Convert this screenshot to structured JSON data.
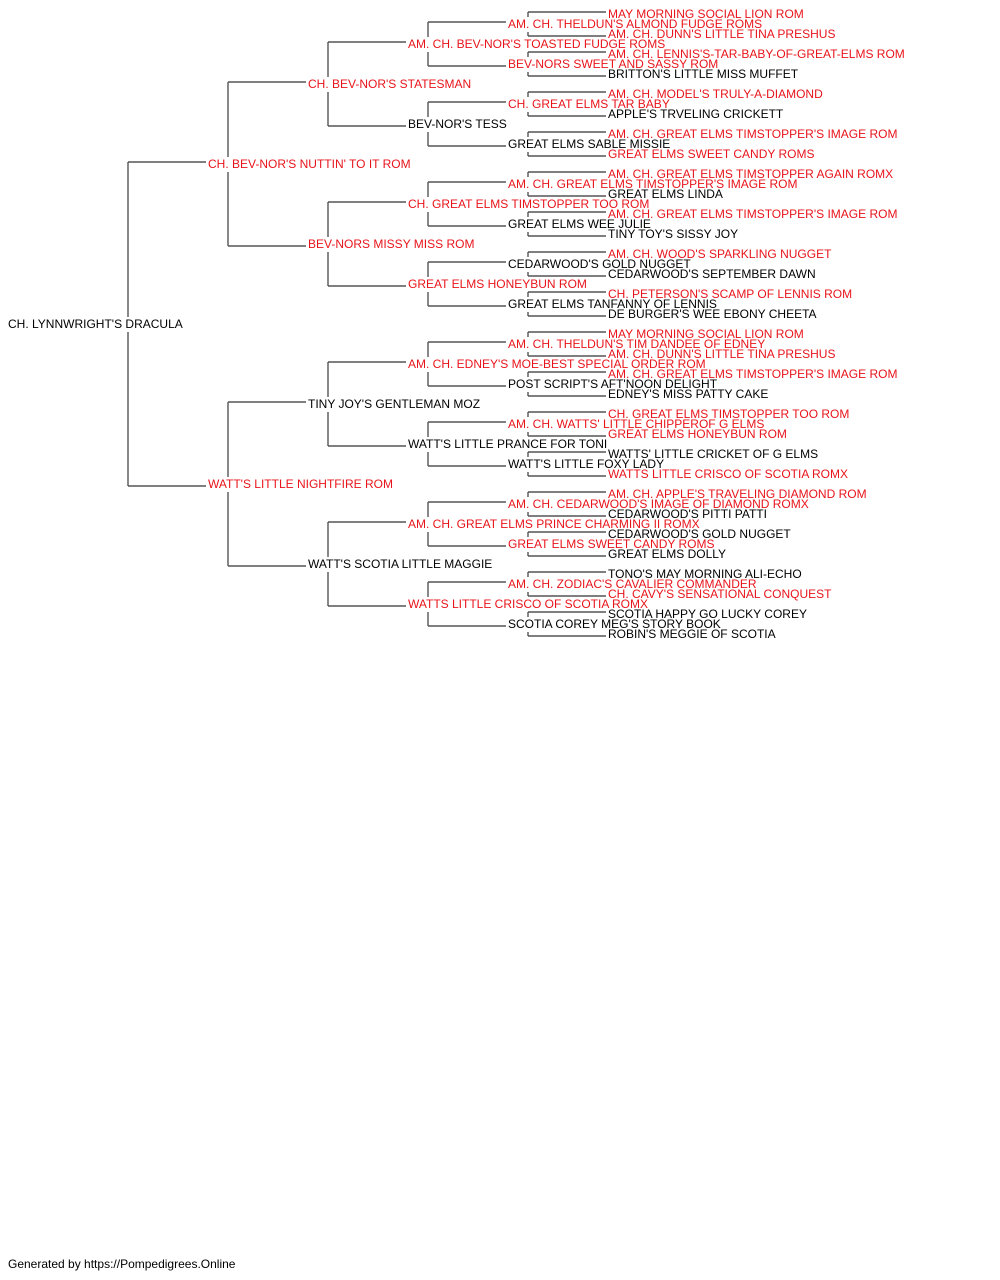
{
  "colors": {
    "rom": "#e8141b",
    "plain": "#000000",
    "line": "#555555"
  },
  "pedigree": {
    "name": "CH. LYNNWRIGHT'S DRACULA",
    "red": false,
    "sire": {
      "name": "CH. BEV-NOR'S NUTTIN' TO IT ROM",
      "red": true,
      "sire": {
        "name": "CH. BEV-NOR'S STATESMAN",
        "red": true,
        "sire": {
          "name": "AM. CH. BEV-NOR'S TOASTED FUDGE ROMS",
          "red": true,
          "sire": {
            "name": "AM. CH. THELDUN'S ALMOND FUDGE ROMS",
            "red": true,
            "sire": {
              "name": "MAY MORNING SOCIAL LION ROM",
              "red": true
            },
            "dam": {
              "name": "AM. CH. DUNN'S LITTLE TINA PRESHUS",
              "red": true
            }
          },
          "dam": {
            "name": "BEV-NORS SWEET AND SASSY ROM",
            "red": true,
            "sire": {
              "name": "AM. CH. LENNIS'S-TAR-BABY-OF-GREAT-ELMS ROM",
              "red": true
            },
            "dam": {
              "name": "BRITTON'S LITTLE MISS MUFFET",
              "red": false
            }
          }
        },
        "dam": {
          "name": "BEV-NOR'S TESS",
          "red": false,
          "sire": {
            "name": "CH. GREAT ELMS TAR BABY",
            "red": true,
            "sire": {
              "name": "AM. CH. MODEL'S TRULY-A-DIAMOND",
              "red": true
            },
            "dam": {
              "name": "APPLE'S TRVELING CRICKETT",
              "red": false
            }
          },
          "dam": {
            "name": "GREAT ELMS SABLE MISSIE",
            "red": false,
            "sire": {
              "name": "AM. CH. GREAT ELMS TIMSTOPPER'S IMAGE ROM",
              "red": true
            },
            "dam": {
              "name": "GREAT ELMS SWEET CANDY ROMS",
              "red": true
            }
          }
        }
      },
      "dam": {
        "name": "BEV-NORS MISSY MISS ROM",
        "red": true,
        "sire": {
          "name": "CH. GREAT ELMS TIMSTOPPER TOO ROM",
          "red": true,
          "sire": {
            "name": "AM. CH. GREAT ELMS TIMSTOPPER'S IMAGE ROM",
            "red": true,
            "sire": {
              "name": "AM. CH. GREAT ELMS TIMSTOPPER AGAIN ROMX",
              "red": true
            },
            "dam": {
              "name": "GREAT ELMS LINDA",
              "red": false
            }
          },
          "dam": {
            "name": "GREAT ELMS WEE JULIE",
            "red": false,
            "sire": {
              "name": "AM. CH. GREAT ELMS TIMSTOPPER'S IMAGE ROM",
              "red": true
            },
            "dam": {
              "name": "TINY TOY'S SISSY JOY",
              "red": false
            }
          }
        },
        "dam": {
          "name": "GREAT ELMS HONEYBUN ROM",
          "red": true,
          "sire": {
            "name": "CEDARWOOD'S GOLD NUGGET",
            "red": false,
            "sire": {
              "name": "AM. CH. WOOD'S SPARKLING NUGGET",
              "red": true
            },
            "dam": {
              "name": "CEDARWOOD'S SEPTEMBER DAWN",
              "red": false
            }
          },
          "dam": {
            "name": "GREAT ELMS TANFANNY OF LENNIS",
            "red": false,
            "sire": {
              "name": "CH. PETERSON'S SCAMP OF LENNIS ROM",
              "red": true
            },
            "dam": {
              "name": "DE BURGER'S WEE EBONY CHEETA",
              "red": false
            }
          }
        }
      }
    },
    "dam": {
      "name": "WATT'S LITTLE NIGHTFIRE ROM",
      "red": true,
      "sire": {
        "name": "TINY JOY'S GENTLEMAN MOZ",
        "red": false,
        "sire": {
          "name": "AM. CH. EDNEY'S MOE-BEST SPECIAL ORDER ROM",
          "red": true,
          "sire": {
            "name": "AM. CH. THELDUN'S TIM DANDEE OF EDNEY",
            "red": true,
            "sire": {
              "name": "MAY MORNING SOCIAL LION ROM",
              "red": true
            },
            "dam": {
              "name": "AM. CH. DUNN'S LITTLE TINA PRESHUS",
              "red": true
            }
          },
          "dam": {
            "name": "POST SCRIPT'S AFT'NOON DELIGHT",
            "red": false,
            "sire": {
              "name": "AM. CH. GREAT ELMS TIMSTOPPER'S IMAGE ROM",
              "red": true
            },
            "dam": {
              "name": "EDNEY'S MISS PATTY CAKE",
              "red": false
            }
          }
        },
        "dam": {
          "name": "WATT'S LITTLE PRANCE FOR TONI",
          "red": false,
          "sire": {
            "name": "AM. CH. WATTS' LITTLE CHIPPEROF G ELMS",
            "red": true,
            "sire": {
              "name": "CH. GREAT ELMS TIMSTOPPER TOO ROM",
              "red": true
            },
            "dam": {
              "name": "GREAT ELMS HONEYBUN ROM",
              "red": true
            }
          },
          "dam": {
            "name": "WATT'S LITTLE FOXY LADY",
            "red": false,
            "sire": {
              "name": "WATTS' LITTLE CRICKET OF G ELMS",
              "red": false
            },
            "dam": {
              "name": "WATTS LITTLE CRISCO OF SCOTIA ROMX",
              "red": true
            }
          }
        }
      },
      "dam": {
        "name": "WATT'S SCOTIA LITTLE MAGGIE",
        "red": false,
        "sire": {
          "name": "AM. CH. GREAT ELMS PRINCE CHARMING II ROMX",
          "red": true,
          "sire": {
            "name": "AM. CH. CEDARWOOD'S IMAGE OF DIAMOND ROMX",
            "red": true,
            "sire": {
              "name": "AM. CH. APPLE'S TRAVELING DIAMOND ROM",
              "red": true
            },
            "dam": {
              "name": "CEDARWOOD'S PITTI PATTI",
              "red": false
            }
          },
          "dam": {
            "name": "GREAT ELMS SWEET CANDY ROMS",
            "red": true,
            "sire": {
              "name": "CEDARWOOD'S GOLD NUGGET",
              "red": false
            },
            "dam": {
              "name": "GREAT ELMS DOLLY",
              "red": false
            }
          }
        },
        "dam": {
          "name": "WATTS LITTLE CRISCO OF SCOTIA ROMX",
          "red": true,
          "sire": {
            "name": "AM. CH. ZODIAC'S CAVALIER COMMANDER",
            "red": true,
            "sire": {
              "name": "TONO'S MAY MORNING ALI-ECHO",
              "red": false
            },
            "dam": {
              "name": "CH. CAVY'S SENSATIONAL CONQUEST",
              "red": true
            }
          },
          "dam": {
            "name": "SCOTIA COREY MEG'S STORY BOOK",
            "red": false,
            "sire": {
              "name": "SCOTIA HAPPY GO LUCKY COREY",
              "red": false
            },
            "dam": {
              "name": "ROBIN'S MEGGIE OF SCOTIA",
              "red": false
            }
          }
        }
      }
    }
  },
  "footer": "Generated by https://Pompedigrees.Online"
}
